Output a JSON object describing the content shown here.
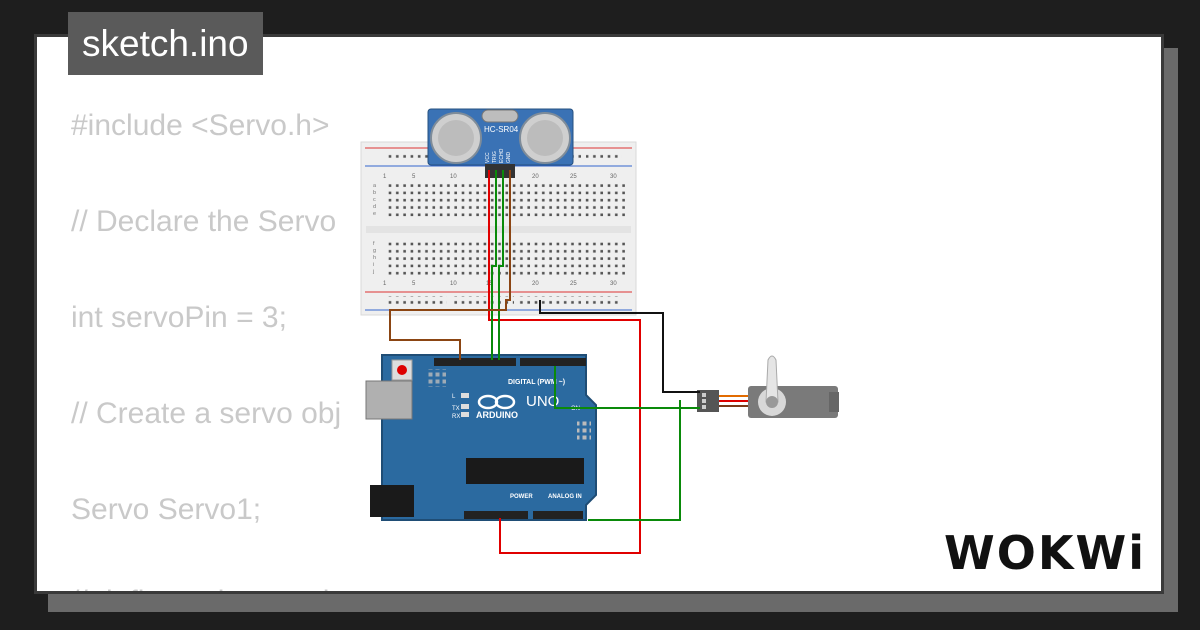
{
  "window": {
    "file_tab": "sketch.ino",
    "brand": "WOKWi"
  },
  "code_lines": [
    "#include <Servo.h>",
    "// Declare the Servo",
    "int servoPin = 3;",
    "// Create a servo obj",
    "Servo Servo1;",
    "// defines pins numbers"
  ],
  "sensor": {
    "label": "HC-SR04",
    "pins": [
      "VCC",
      "TRIG",
      "ECHO",
      "GND"
    ]
  },
  "breadboard": {
    "col_numbers": [
      "1",
      "5",
      "10",
      "15",
      "20",
      "25",
      "30"
    ],
    "rows_top": [
      "a",
      "b",
      "c",
      "d",
      "e"
    ],
    "rows_bottom": [
      "f",
      "g",
      "h",
      "i",
      "j"
    ]
  },
  "arduino": {
    "model": "UNO",
    "brand": "ARDUINO",
    "digital_label": "DIGITAL (PWM ~)",
    "power_label": "POWER",
    "analog_label": "ANALOG IN",
    "tx": "TX",
    "rx": "RX",
    "l": "L",
    "on": "ON"
  },
  "colors": {
    "board_blue": "#2b6aa0",
    "sensor_blue": "#3a72b5",
    "wire_red": "#e00000",
    "wire_green": "#0a8a0a",
    "wire_black": "#111111",
    "wire_brown": "#8b4513",
    "servo_grey": "#7a7a7a"
  }
}
